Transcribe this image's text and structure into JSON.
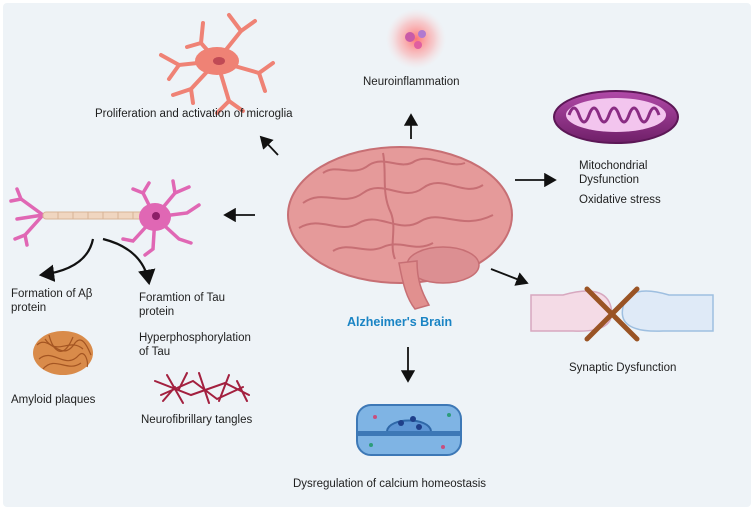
{
  "center": {
    "title": "Alzheimer's Brain"
  },
  "effects": {
    "neuroinflammation": "Neuroinflammation",
    "microglia": "Proliferation and activation of microglia",
    "mito_line1": "Mitochondrial",
    "mito_line2": "Dysfunction",
    "oxidative": "Oxidative stress",
    "synaptic": "Synaptic Dysfunction",
    "calcium": "Dysregulation of calcium homeostasis"
  },
  "neuron_branch": {
    "abeta_line1": "Formation of Aβ",
    "abeta_line2": "protein",
    "amyloid": "Amyloid plaques",
    "tau_line1": "Foramtion of Tau",
    "tau_line2": "protein",
    "hyper_line1": "Hyperphosphorylation",
    "hyper_line2": "of Tau",
    "tangles": "Neurofibrillary tangles"
  },
  "colors": {
    "background": "#eef3f7",
    "title": "#1a84c4",
    "brain": "#e59a9a",
    "neuron": "#e067b4",
    "microglia": "#ef8275",
    "mitochondria": "#8a2c83",
    "plaque": "#c06a2d",
    "tangles": "#a3203f",
    "synapse_cross": "#9a5425"
  }
}
